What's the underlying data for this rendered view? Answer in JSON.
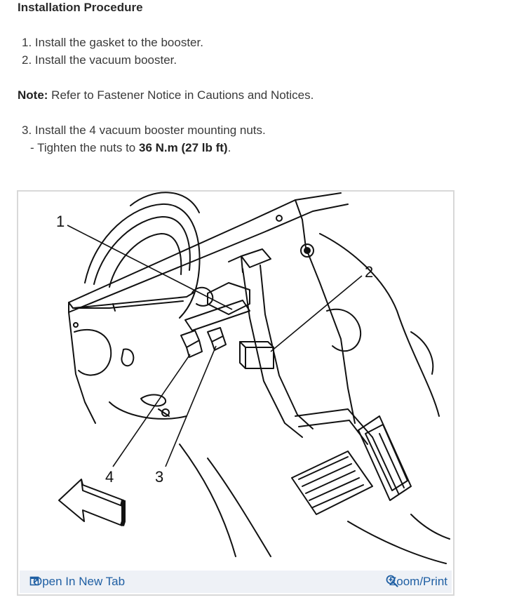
{
  "procedure": {
    "heading": "Installation Procedure",
    "step1": "1. Install the gasket to the booster.",
    "step2": "2. Install the vacuum booster.",
    "note_label": "Note:",
    "note_text": " Refer to Fastener Notice in Cautions and Notices.",
    "step3": "3. Install the 4 vacuum booster mounting nuts.",
    "substep_prefix": "- Tighten the nuts to ",
    "substep_value": "36 N.m (27 lb ft)",
    "substep_suffix": "."
  },
  "figure": {
    "callouts": [
      "1",
      "2",
      "3",
      "4"
    ],
    "open_tab_label": "Open In New Tab",
    "zoom_label": "Zoom/Print",
    "link_color": "#1f5fa3",
    "footer_bg": "#eef1f6"
  },
  "icons": {
    "open_tab": "open-new-tab-icon",
    "zoom": "magnifier-plus-icon"
  }
}
